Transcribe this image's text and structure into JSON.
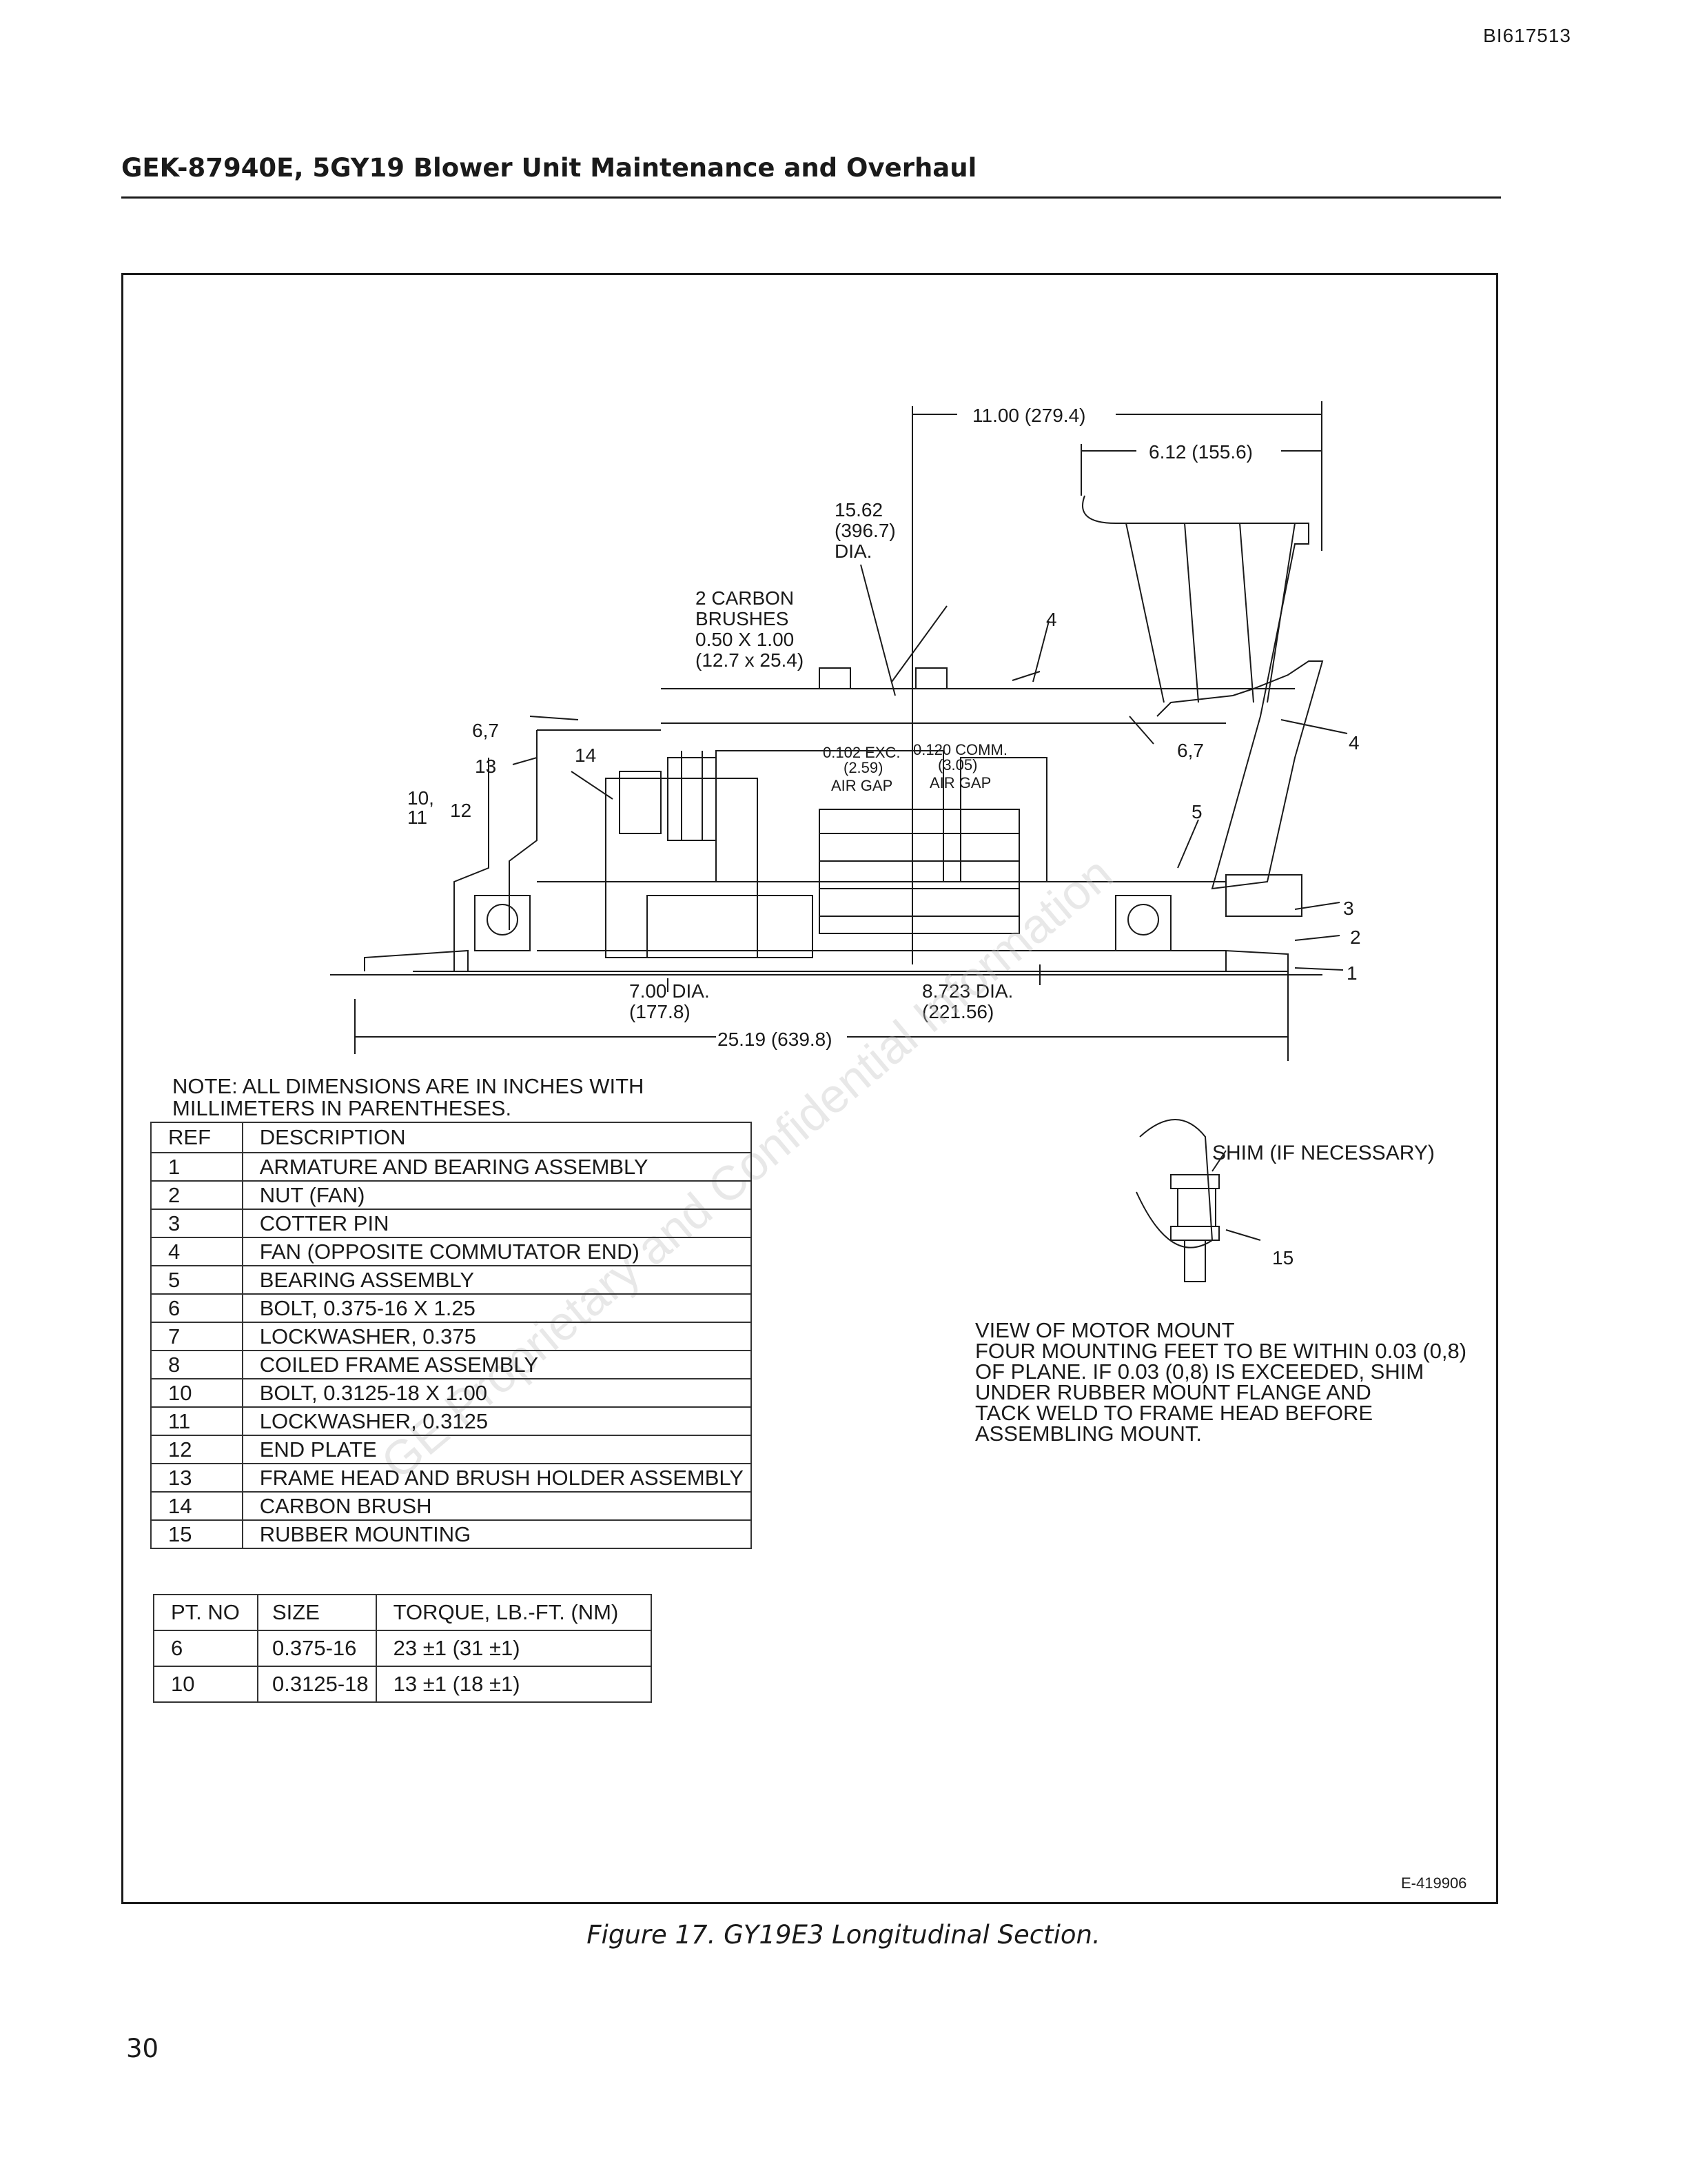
{
  "doc_id": "BI617513",
  "header": {
    "title": "GEK-87940E, 5GY19 Blower Unit Maintenance and Overhaul"
  },
  "figure": {
    "dimensions": {
      "overall_width": "11.00  (279.4)",
      "fan_width": "6.12  (155.6)",
      "dia_in": "15.62",
      "dia_mm": "(396.7)",
      "dia_unit": "DIA.",
      "brushes_line1": "2 CARBON",
      "brushes_line2": "BRUSHES",
      "brushes_line3": "0.50 X 1.00",
      "brushes_line4": "(12.7 x 25.4)",
      "exc_gap_1": "0.102 EXC.",
      "exc_gap_2": "(2.59)",
      "exc_gap_3": "AIR GAP",
      "comm_gap_1": "0.120 COMM.",
      "comm_gap_2": "(3.05)",
      "comm_gap_3": "AIR GAP",
      "shaft_dia_1": "7.00 DIA.",
      "shaft_dia_1_mm": "(177.8)",
      "shaft_dia_2": "8.723 DIA.",
      "shaft_dia_2_mm": "(221.56)",
      "overall_length": "25.19 (639.8)"
    },
    "callouts": {
      "c67_left": "6,7",
      "c13": "13",
      "c14": "14",
      "c1011_a": "10,",
      "c1011_b": "11",
      "c12": "12",
      "c4_top": "4",
      "c67_right": "6,7",
      "c4_right": "4",
      "c5": "5",
      "c3": "3",
      "c2": "2",
      "c1": "1",
      "shim": "SHIM (IF NECESSARY)",
      "c15": "15"
    },
    "watermark": "GE Proprietary and Confidential Information",
    "note_lines": [
      "NOTE: ALL DIMENSIONS ARE IN INCHES WITH",
      "MILLIMETERS IN PARENTHESES."
    ],
    "view_note_lines": [
      "VIEW OF MOTOR MOUNT",
      "FOUR MOUNTING FEET TO BE WITHIN 0.03 (0,8)",
      "OF PLANE.  IF 0.03 (0,8) IS EXCEEDED, SHIM",
      "UNDER RUBBER MOUNT FLANGE AND",
      "TACK WELD TO FRAME HEAD BEFORE",
      "ASSEMBLING MOUNT."
    ],
    "parts_table": {
      "headers": [
        "REF",
        "DESCRIPTION"
      ],
      "rows": [
        [
          "1",
          "ARMATURE AND BEARING ASSEMBLY"
        ],
        [
          "2",
          "NUT (FAN)"
        ],
        [
          "3",
          "COTTER PIN"
        ],
        [
          "4",
          "FAN (OPPOSITE COMMUTATOR END)"
        ],
        [
          "5",
          "BEARING ASSEMBLY"
        ],
        [
          "6",
          "BOLT, 0.375-16 X 1.25"
        ],
        [
          "7",
          "LOCKWASHER, 0.375"
        ],
        [
          "8",
          "COILED FRAME ASSEMBLY"
        ],
        [
          "10",
          "BOLT, 0.3125-18 X 1.00"
        ],
        [
          "11",
          "LOCKWASHER, 0.3125"
        ],
        [
          "12",
          "END PLATE"
        ],
        [
          "13",
          "FRAME HEAD AND BRUSH HOLDER ASSEMBLY"
        ],
        [
          "14",
          "CARBON BRUSH"
        ],
        [
          "15",
          "RUBBER MOUNTING"
        ]
      ]
    },
    "torque_table": {
      "headers": [
        "PT. NO",
        "SIZE",
        "TORQUE, LB.-FT. (NM)"
      ],
      "rows": [
        [
          "6",
          "0.375-16",
          "23 ±1 (31 ±1)"
        ],
        [
          "10",
          "0.3125-18",
          "13 ±1 (18 ±1)"
        ]
      ]
    },
    "code": "E-419906",
    "caption": "Figure 17.  GY19E3 Longitudinal Section."
  },
  "page_number": "30"
}
